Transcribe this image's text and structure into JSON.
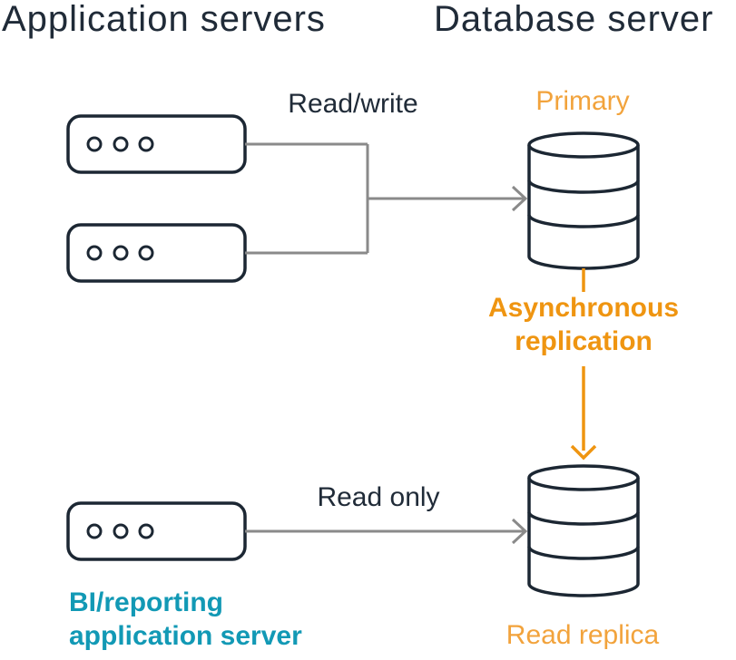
{
  "headings": {
    "application_servers": "Application servers",
    "database_server": "Database server"
  },
  "labels": {
    "read_write": "Read/write",
    "primary": "Primary",
    "async_replication": "Asynchronous\nreplication",
    "read_only": "Read only",
    "read_replica": "Read replica",
    "bi_reporting": "BI/reporting\napplication server"
  },
  "icons": {
    "app_server": "server-icon",
    "database": "database-icon",
    "gray_arrow": "arrow-right-icon",
    "orange_arrow": "arrow-down-icon"
  },
  "colors": {
    "dark_navy": "#202b38",
    "orange_label": "#f2a33c",
    "orange_accent": "#ef9511",
    "teal": "#1299b5",
    "connector_gray": "#8a8a8a",
    "background": "#ffffff"
  }
}
